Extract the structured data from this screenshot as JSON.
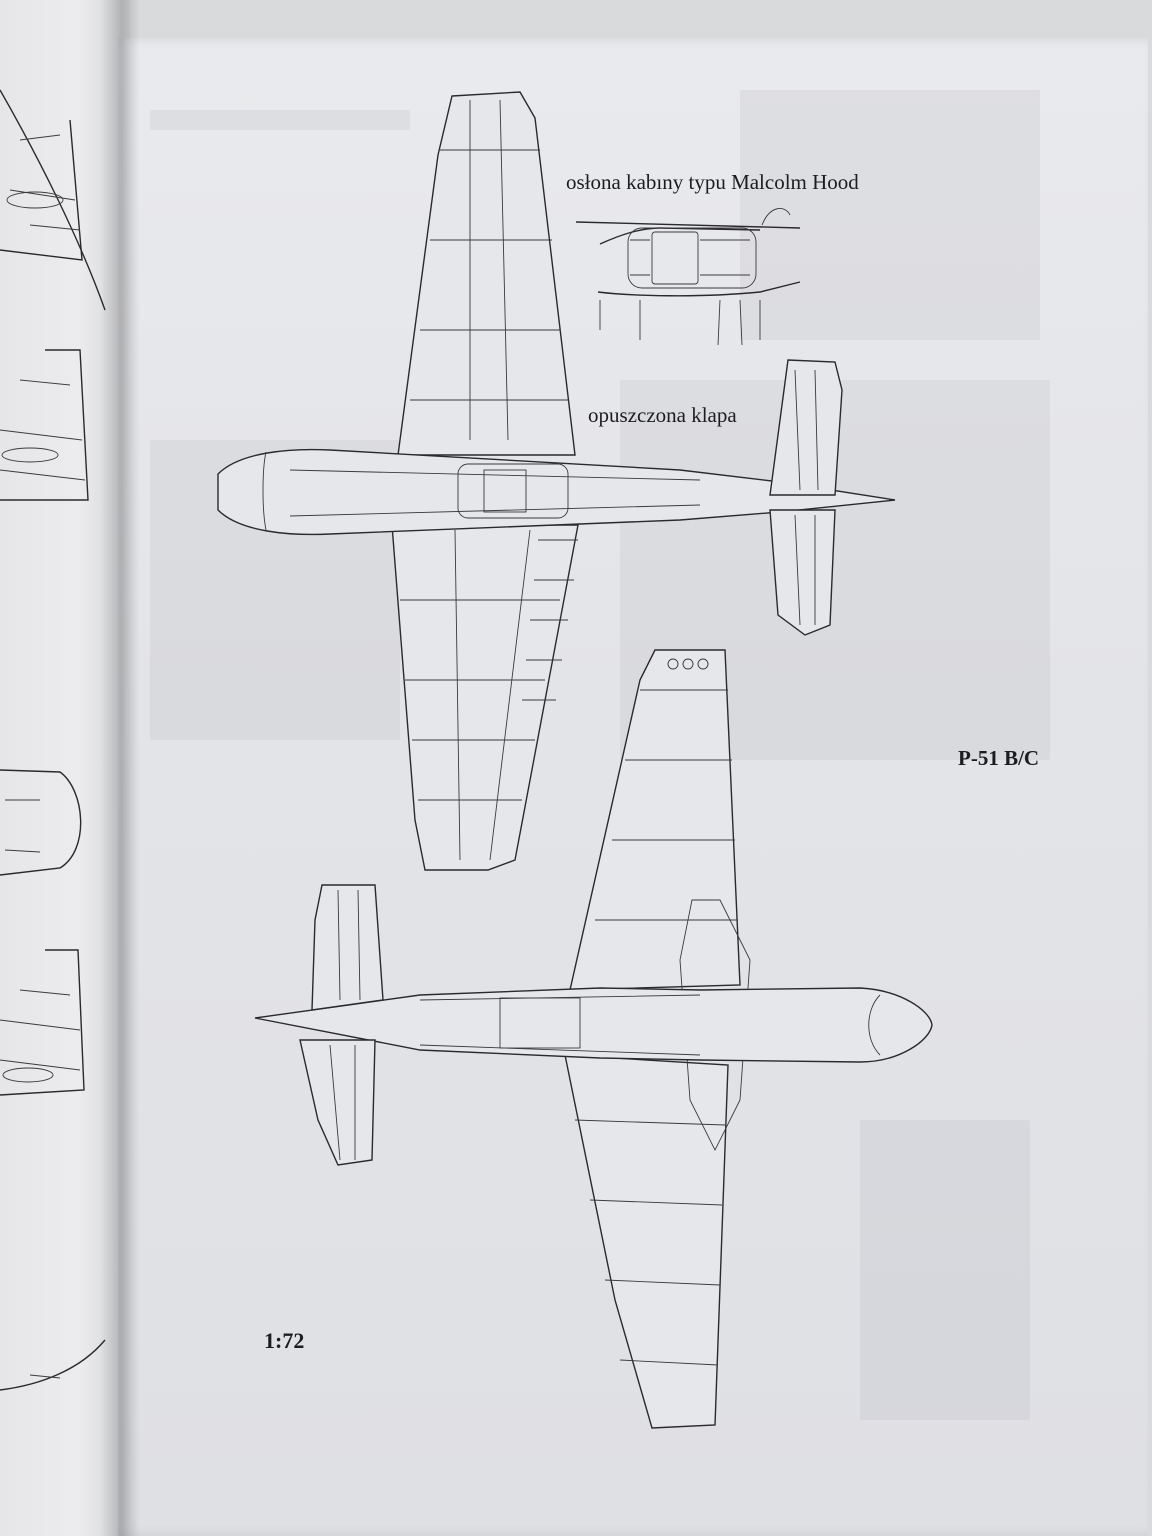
{
  "labels": {
    "canopy": "osłona kabıny typu Malcolm Hood",
    "flap": "opuszczona klapa",
    "model": "P-51 B/C",
    "scale": "1:72"
  },
  "colors": {
    "paper": "#e6e7ea",
    "ink": "#2a2a2e",
    "left_page": "#e9e9eb"
  }
}
